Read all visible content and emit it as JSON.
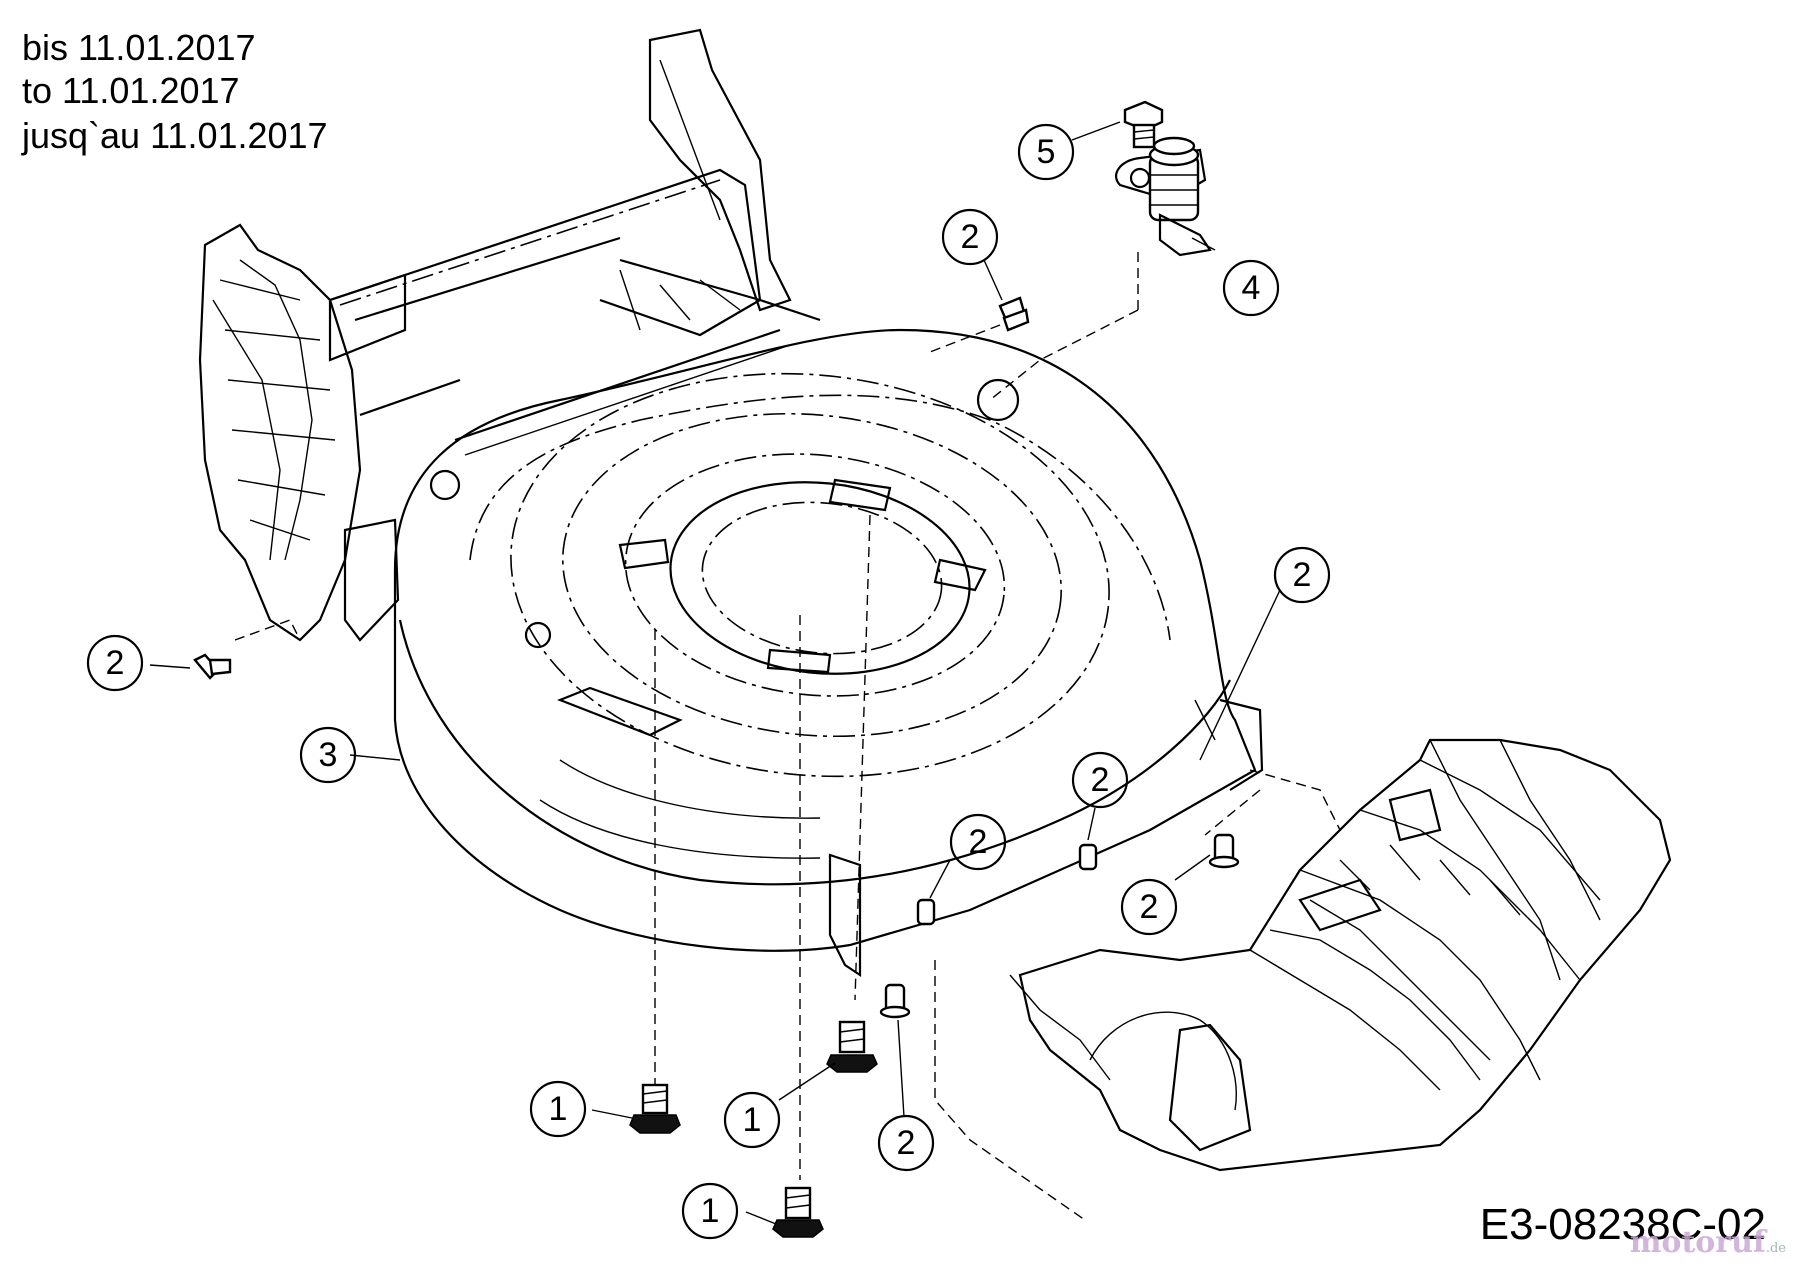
{
  "header": {
    "line_de": "bis 11.01.2017",
    "line_en": "to 11.01.2017",
    "line_fr": "jusq`au 11.01.2017"
  },
  "drawing_code": "E3-08238C-02",
  "watermark": {
    "name": "motoruf",
    "suffix": ".de"
  },
  "callouts": [
    {
      "id": "callout-5",
      "label": "5"
    },
    {
      "id": "callout-4",
      "label": "4"
    },
    {
      "id": "callout-2-top",
      "label": "2"
    },
    {
      "id": "callout-2-left",
      "label": "2"
    },
    {
      "id": "callout-3",
      "label": "3"
    },
    {
      "id": "callout-2-right",
      "label": "2"
    },
    {
      "id": "callout-2-mid-right",
      "label": "2"
    },
    {
      "id": "callout-2-mid",
      "label": "2"
    },
    {
      "id": "callout-2-low-right",
      "label": "2"
    },
    {
      "id": "callout-1-left",
      "label": "1"
    },
    {
      "id": "callout-1-mid",
      "label": "1"
    },
    {
      "id": "callout-2-bottom",
      "label": "2"
    },
    {
      "id": "callout-1-bottom",
      "label": "1"
    }
  ],
  "colors": {
    "line": "#000000",
    "background": "#ffffff",
    "watermark": "#c9a9d6"
  }
}
